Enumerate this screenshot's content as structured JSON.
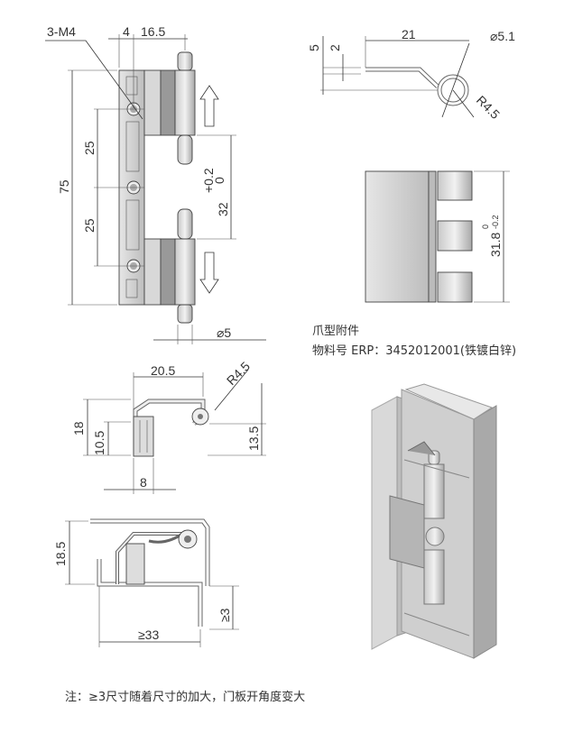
{
  "top_left_view": {
    "thread_label": "3-M4",
    "dim_offset": "4",
    "dim_width": "16.5",
    "dim_height": "75",
    "dim_spacing_1": "25",
    "dim_spacing_2": "25",
    "dim_gap_tolerance": "+0.2\n0",
    "dim_gap_tol_upper": "+0.2",
    "dim_gap_tol_lower": "0",
    "dim_gap": "32",
    "dim_pin_diameter": "⌀5"
  },
  "top_right_view": {
    "dim_5": "5",
    "dim_2": "2",
    "dim_21": "21",
    "dim_diameter": "⌀5.1",
    "dim_radius": "R4.5"
  },
  "middle_right_view": {
    "dim_height": "31.8",
    "tol_upper": "0",
    "tol_lower": "-0.2"
  },
  "accessory": {
    "title": "爪型附件",
    "erp": "物料号 ERP：3452012001(铁镀白锌)"
  },
  "middle_left_view": {
    "dim_20_5": "20.5",
    "dim_radius": "R4.5",
    "dim_18": "18",
    "dim_10_5": "10.5",
    "dim_13_5": "13.5",
    "dim_8": "8"
  },
  "bottom_left_view": {
    "dim_18_5": "18.5",
    "dim_min_33": "≥33",
    "dim_min_3": "≥3"
  },
  "note": "注：≥3尺寸随着尺寸的加大，门板开角度变大"
}
